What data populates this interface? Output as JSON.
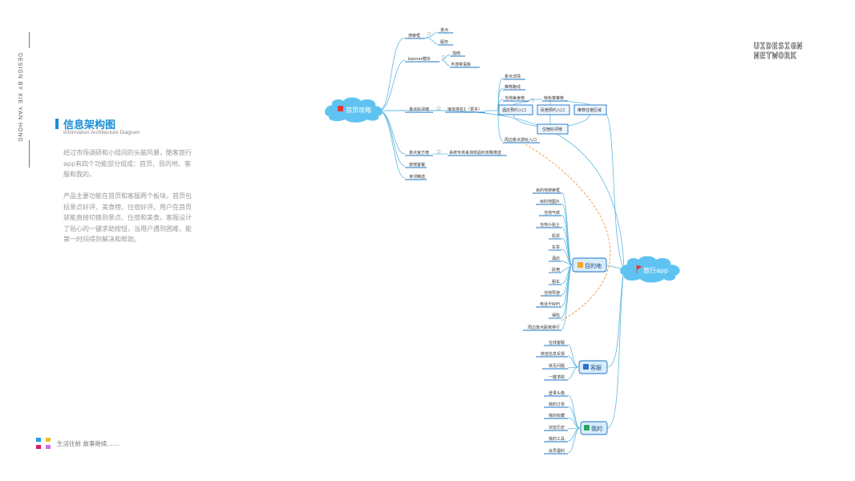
{
  "sidebar": {
    "vertical_text": "DESIGN BY XIE YAN HONG",
    "title": "信息架构图",
    "subtitle": "Information Architecture Diagram",
    "paragraph1": "经过市场调研和小组间的头脑风暴，酷客旅行app有四个功能部分组成：首页、目的地、客服和我的。",
    "paragraph2": "产品主要功能在首页和客服两个板块。首页包括景点好评、美食榜、住宿好评。用户在首页就能直接切换到景点、住宿和美食。客服设计了贴心的一键求助按钮，当用户遇到困难，能第一时间得到解决和帮助。"
  },
  "brand": {
    "line1": "UIDESIGN",
    "line2": "NETWORK"
  },
  "footer": {
    "text": "生活往前 故事继续……",
    "colors": [
      "#1aa0e8",
      "#f0c020",
      "#e0186c",
      "#9b59d0"
    ]
  },
  "mindmap": {
    "root": "旅行app",
    "home": {
      "label": "首页攻略",
      "search": {
        "label": "搜索框",
        "children": [
          "景点",
          "服务"
        ]
      },
      "banner": {
        "label": "banner模块",
        "children": [
          "指南",
          "丰游寄语板"
        ]
      },
      "rating": {
        "label": "景点好评榜",
        "sub": "接单排名1（更多）",
        "children": [
          "景点详情",
          "推荐路线",
          "当地美食榜",
          "特色菜推荐",
          "酒店预约入口",
          "民宿预约入口",
          "推荐住宿区域",
          "住宿好评榜",
          "周边景点游玩入口"
        ]
      },
      "official": {
        "label": "景点官方榜",
        "sub": "系统专供来测体验的攻略慢送"
      },
      "extra": [
        "旅馆客餐",
        "亲邻精选"
      ]
    },
    "destination": {
      "label": "目的地",
      "children": [
        "目的地搜索框",
        "目的地图片",
        "当地气候",
        "当地小贴士",
        "机票",
        "车票",
        "酒店",
        "民宿",
        "租车",
        "当地导游",
        "电话卡WiFi",
        "保险",
        "周边景点距离排行"
      ]
    },
    "service": {
      "label": "客服",
      "children": [
        "在线客服",
        "旅途信息反馈",
        "常见问题",
        "一键求助"
      ]
    },
    "mine": {
      "label": "我的",
      "children": [
        "登录头像",
        "我的订单",
        "我的收藏",
        "浏览历史",
        "我的工具",
        "会员福利"
      ]
    }
  }
}
